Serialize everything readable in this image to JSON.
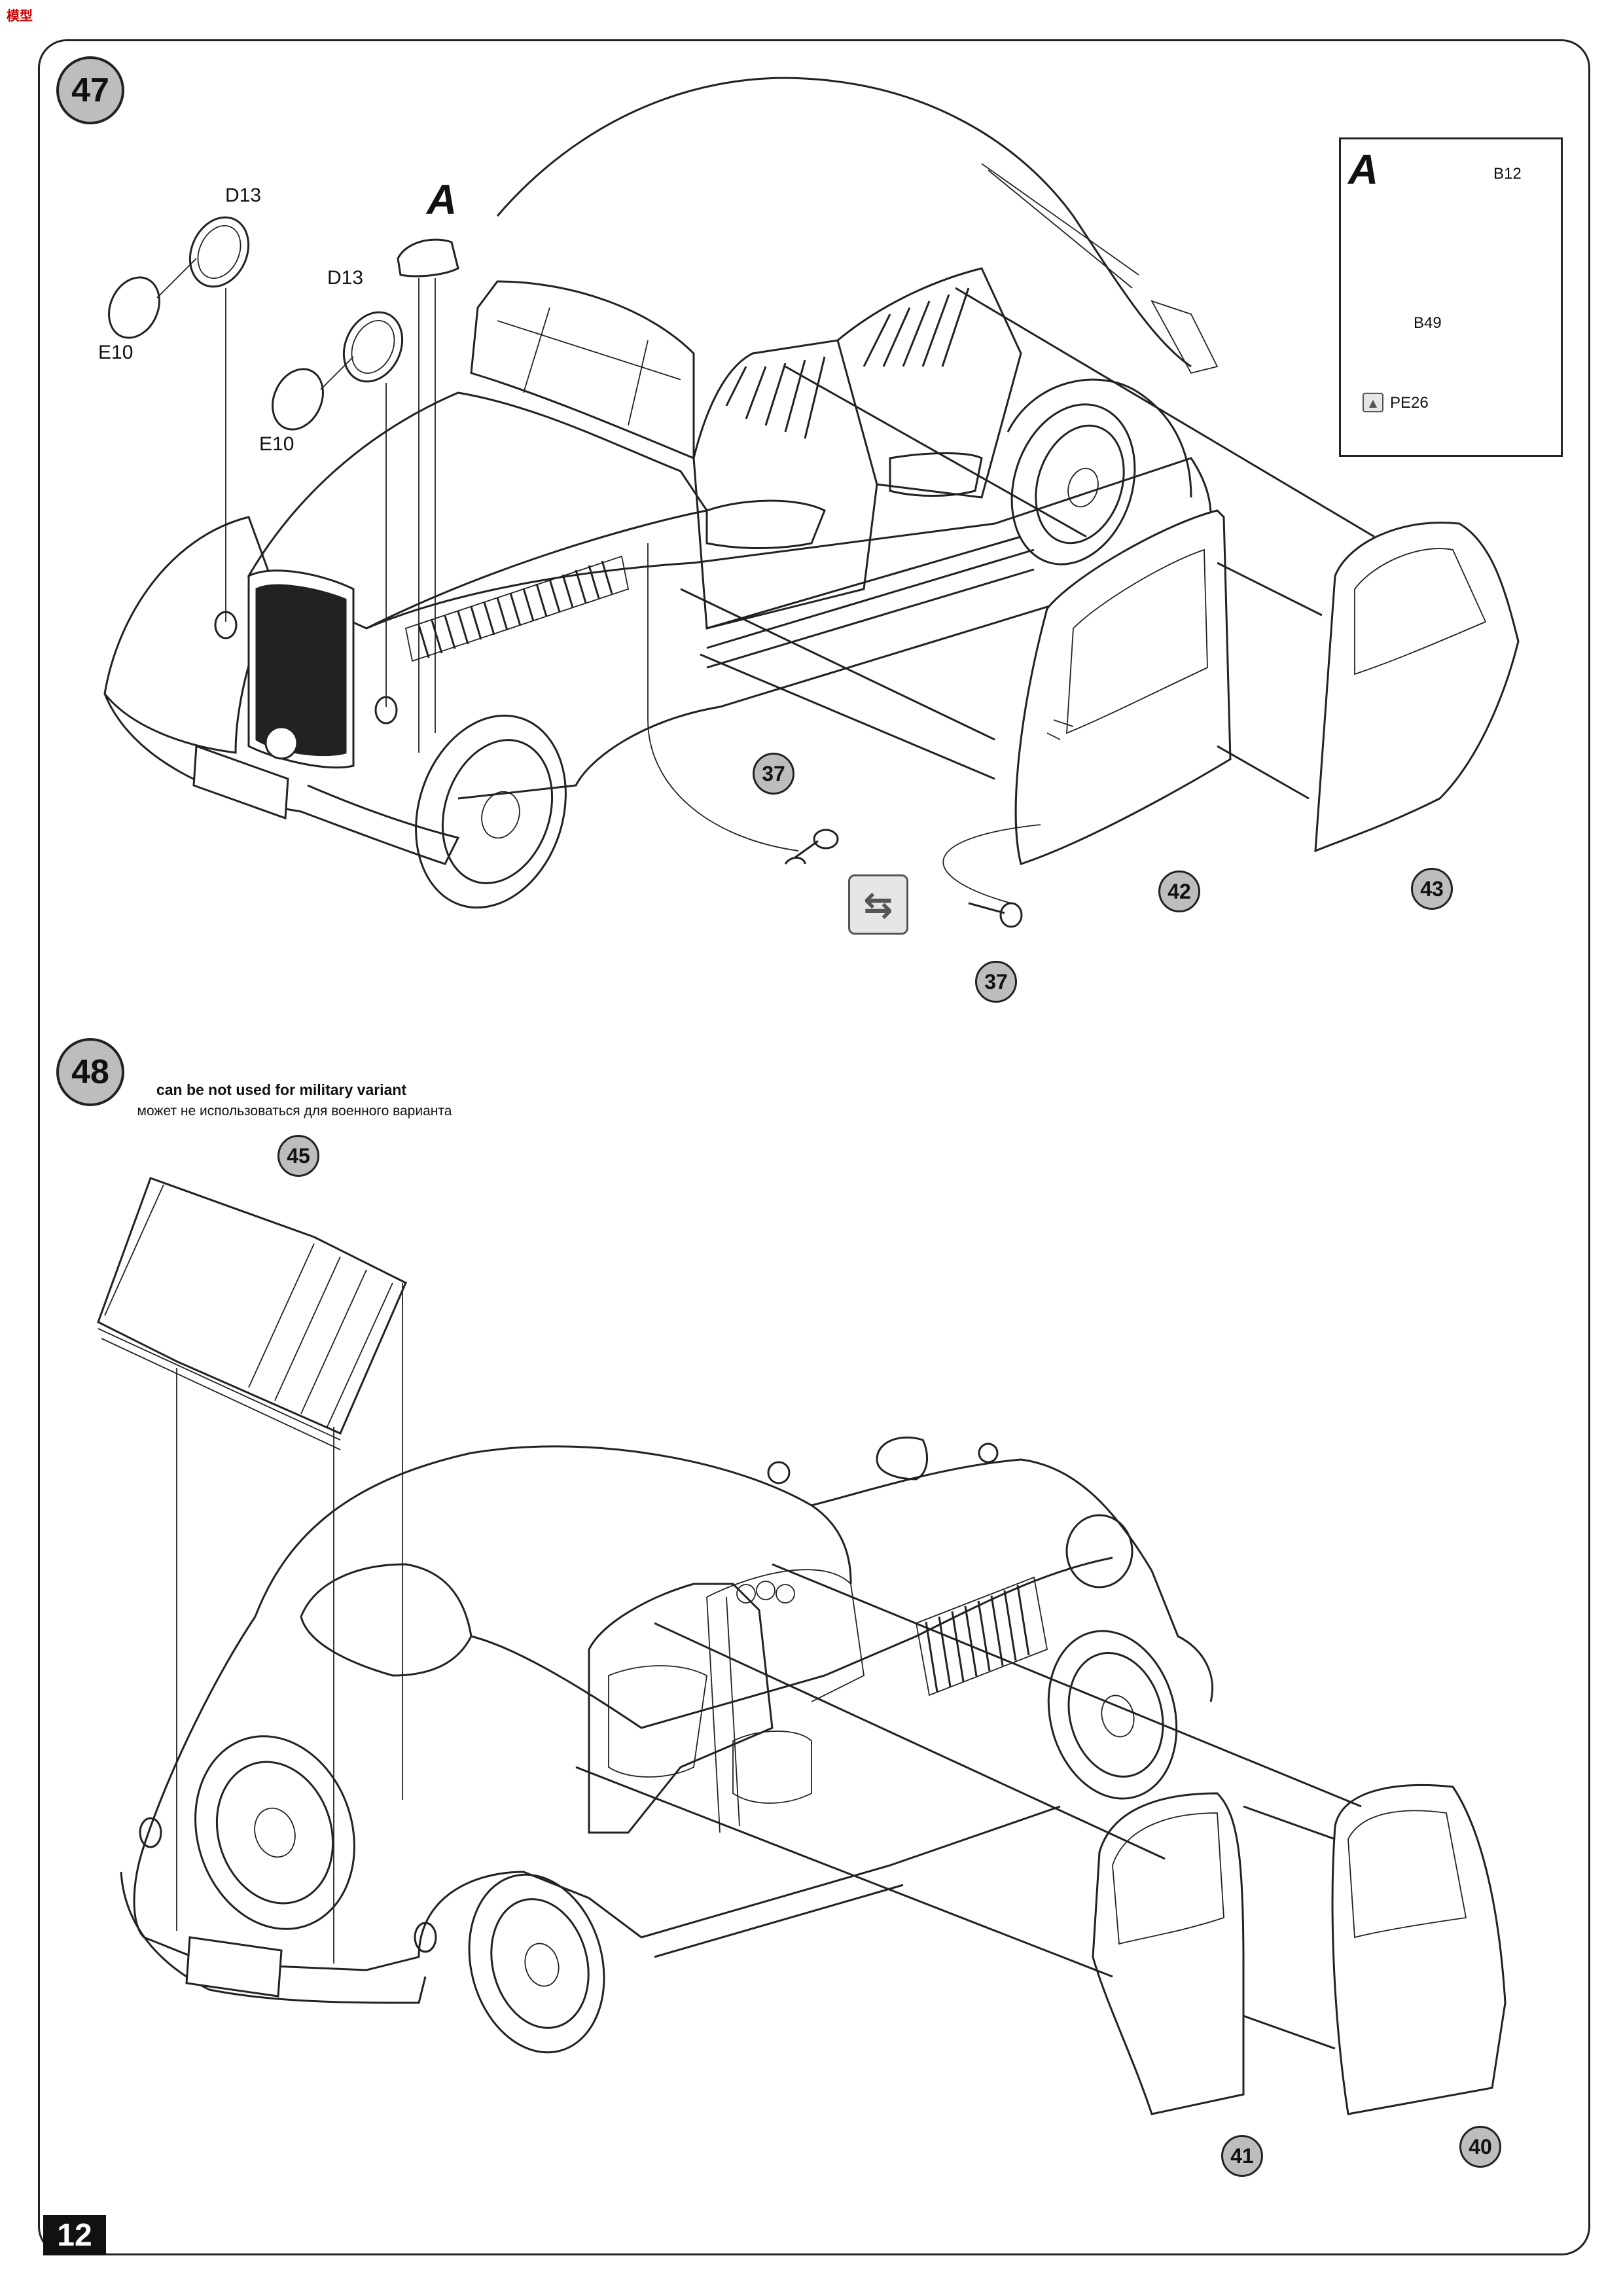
{
  "header": {
    "logo_text": "模型"
  },
  "page": {
    "number": "12"
  },
  "steps": [
    {
      "number": "47",
      "detail_letter": "A",
      "callout_letter": "A",
      "labels": {
        "d13_a": "D13",
        "d13_b": "D13",
        "e10_a": "E10",
        "e10_b": "E10"
      },
      "parts": [
        "37",
        "37",
        "42",
        "43"
      ],
      "detail": {
        "b12": "B12",
        "b49": "B49",
        "pe26": "PE26"
      }
    },
    {
      "number": "48",
      "note_en": "can be not used for military variant",
      "note_ru": "может не использоваться для военного варианта",
      "parts": [
        "45",
        "41",
        "40"
      ]
    }
  ]
}
